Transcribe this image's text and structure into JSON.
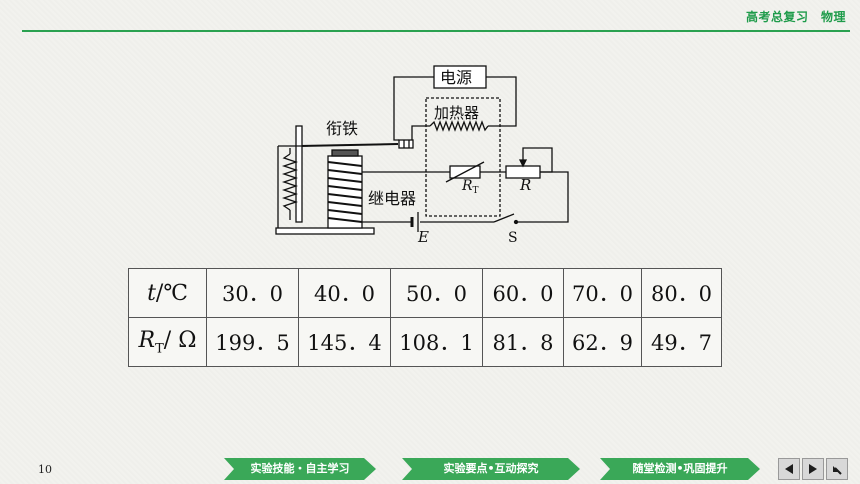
{
  "header": {
    "brand": "高考总复习　物理"
  },
  "circuit": {
    "power_label": "电源",
    "heater_label": "加热器",
    "armature_label": "衔铁",
    "relay_label": "继电器",
    "rt_symbol": "R",
    "rt_subscript": "T",
    "r_label": "R",
    "e_label": "E",
    "s_label": "S"
  },
  "table": {
    "row1_header": {
      "var": "t",
      "unit": "/℃"
    },
    "row2_header": {
      "var": "R",
      "sub": "T",
      "unit": "/ Ω"
    },
    "temperatures": [
      "30．0",
      "40．0",
      "50．0",
      "60．0",
      "70．0",
      "80．0"
    ],
    "resistances": [
      "199．5",
      "145．4",
      "108．1",
      "81．8",
      "62．9",
      "49．7"
    ]
  },
  "footer": {
    "page_number": "10",
    "nav": [
      "实验技能・自主学习",
      "实验要点•互动探究",
      "随堂检测•巩固提升"
    ]
  }
}
